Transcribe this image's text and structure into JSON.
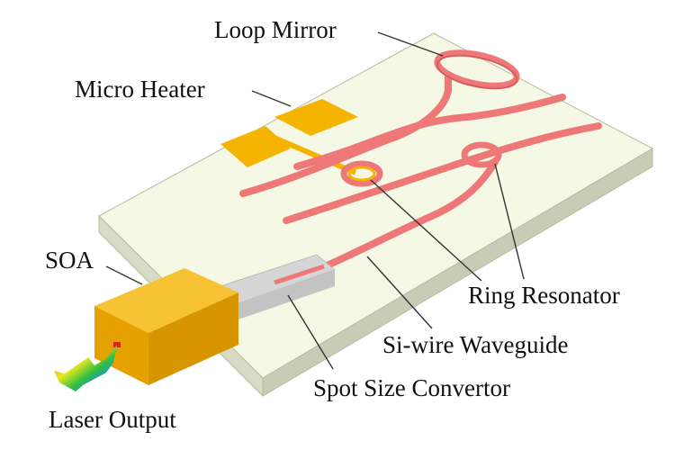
{
  "labels": {
    "loop_mirror": "Loop Mirror",
    "micro_heater": "Micro Heater",
    "soa": "SOA",
    "ring_resonator": "Ring Resonator",
    "si_wire_waveguide": "Si-wire Waveguide",
    "spot_size_convertor": "Spot Size Convertor",
    "laser_output": "Laser Output"
  },
  "colors": {
    "chip_top": "#f6f8e6",
    "chip_side_front": "#d9dcc4",
    "chip_side_right": "#c9ccb4",
    "waveguide": "#ee7878",
    "waveguide_edge": "#d85c5c",
    "heater_gold": "#f5b400",
    "soa_top": "#f7c234",
    "soa_front": "#e4a100",
    "soa_side": "#c98a00",
    "ssc": "#d6d6d6"
  }
}
